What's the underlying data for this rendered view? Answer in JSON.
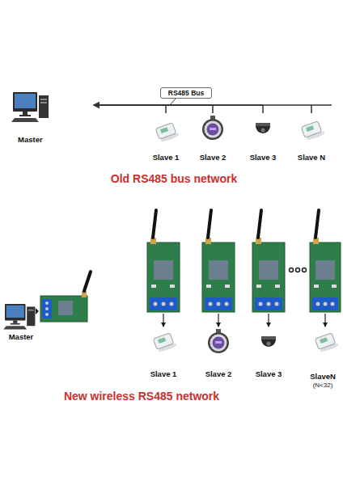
{
  "diagram": {
    "nodes": [
      {
        "text": [
          "Master"
        ]
      },
      {
        "text": [
          "RS485 Bus"
        ]
      },
      {
        "text": [
          "Slave 1"
        ]
      },
      {
        "text": [
          "Slave 2"
        ]
      },
      {
        "text": [
          "Slave 3"
        ]
      },
      {
        "text": [
          "Slave N"
        ]
      },
      {
        "text": [
          "Master"
        ]
      },
      {
        "text": [
          "Slave 1"
        ]
      },
      {
        "text": [
          "Slave 2"
        ]
      },
      {
        "text": [
          "Slave 3"
        ]
      },
      {
        "text": [
          "SlaveN",
          "(N<32)"
        ]
      }
    ],
    "edges": [
      {
        "from": 2,
        "to": 0,
        "arrow": "to"
      },
      {
        "from": 3,
        "to": 0,
        "arrow": "to"
      },
      {
        "from": 4,
        "to": 0,
        "arrow": "to"
      },
      {
        "from": 5,
        "to": 0,
        "arrow": "to"
      }
    ],
    "labels": [
      "Old RS485 bus network",
      "New wireless RS485 network"
    ]
  }
}
